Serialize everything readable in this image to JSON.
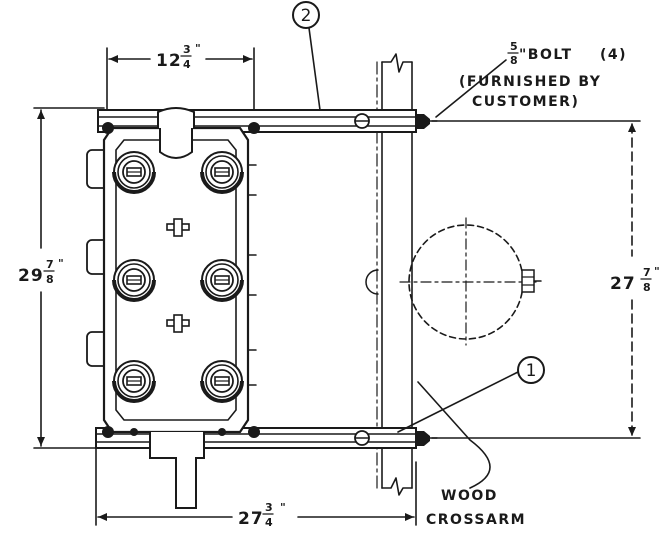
{
  "dimensions": {
    "top_width": {
      "whole": "12",
      "num": "3",
      "den": "4",
      "unit": "\""
    },
    "left_height": {
      "whole": "29",
      "num": "7",
      "den": "8",
      "unit": "\""
    },
    "right_height": {
      "whole": "27",
      "num": "7",
      "den": "8",
      "unit": "\""
    },
    "bottom_width": {
      "whole": "27",
      "num": "3",
      "den": "4",
      "unit": "\""
    }
  },
  "callouts": {
    "item_2": "2",
    "item_1": "1"
  },
  "labels": {
    "bolt_frac_num": "5",
    "bolt_frac_den": "8",
    "bolt_text": "\"BOLT",
    "bolt_qty": "(4)",
    "furnished_line1": "(FURNISHED BY",
    "furnished_line2": "CUSTOMER)",
    "wood_line1": "WOOD",
    "wood_line2": "CROSSARM"
  }
}
